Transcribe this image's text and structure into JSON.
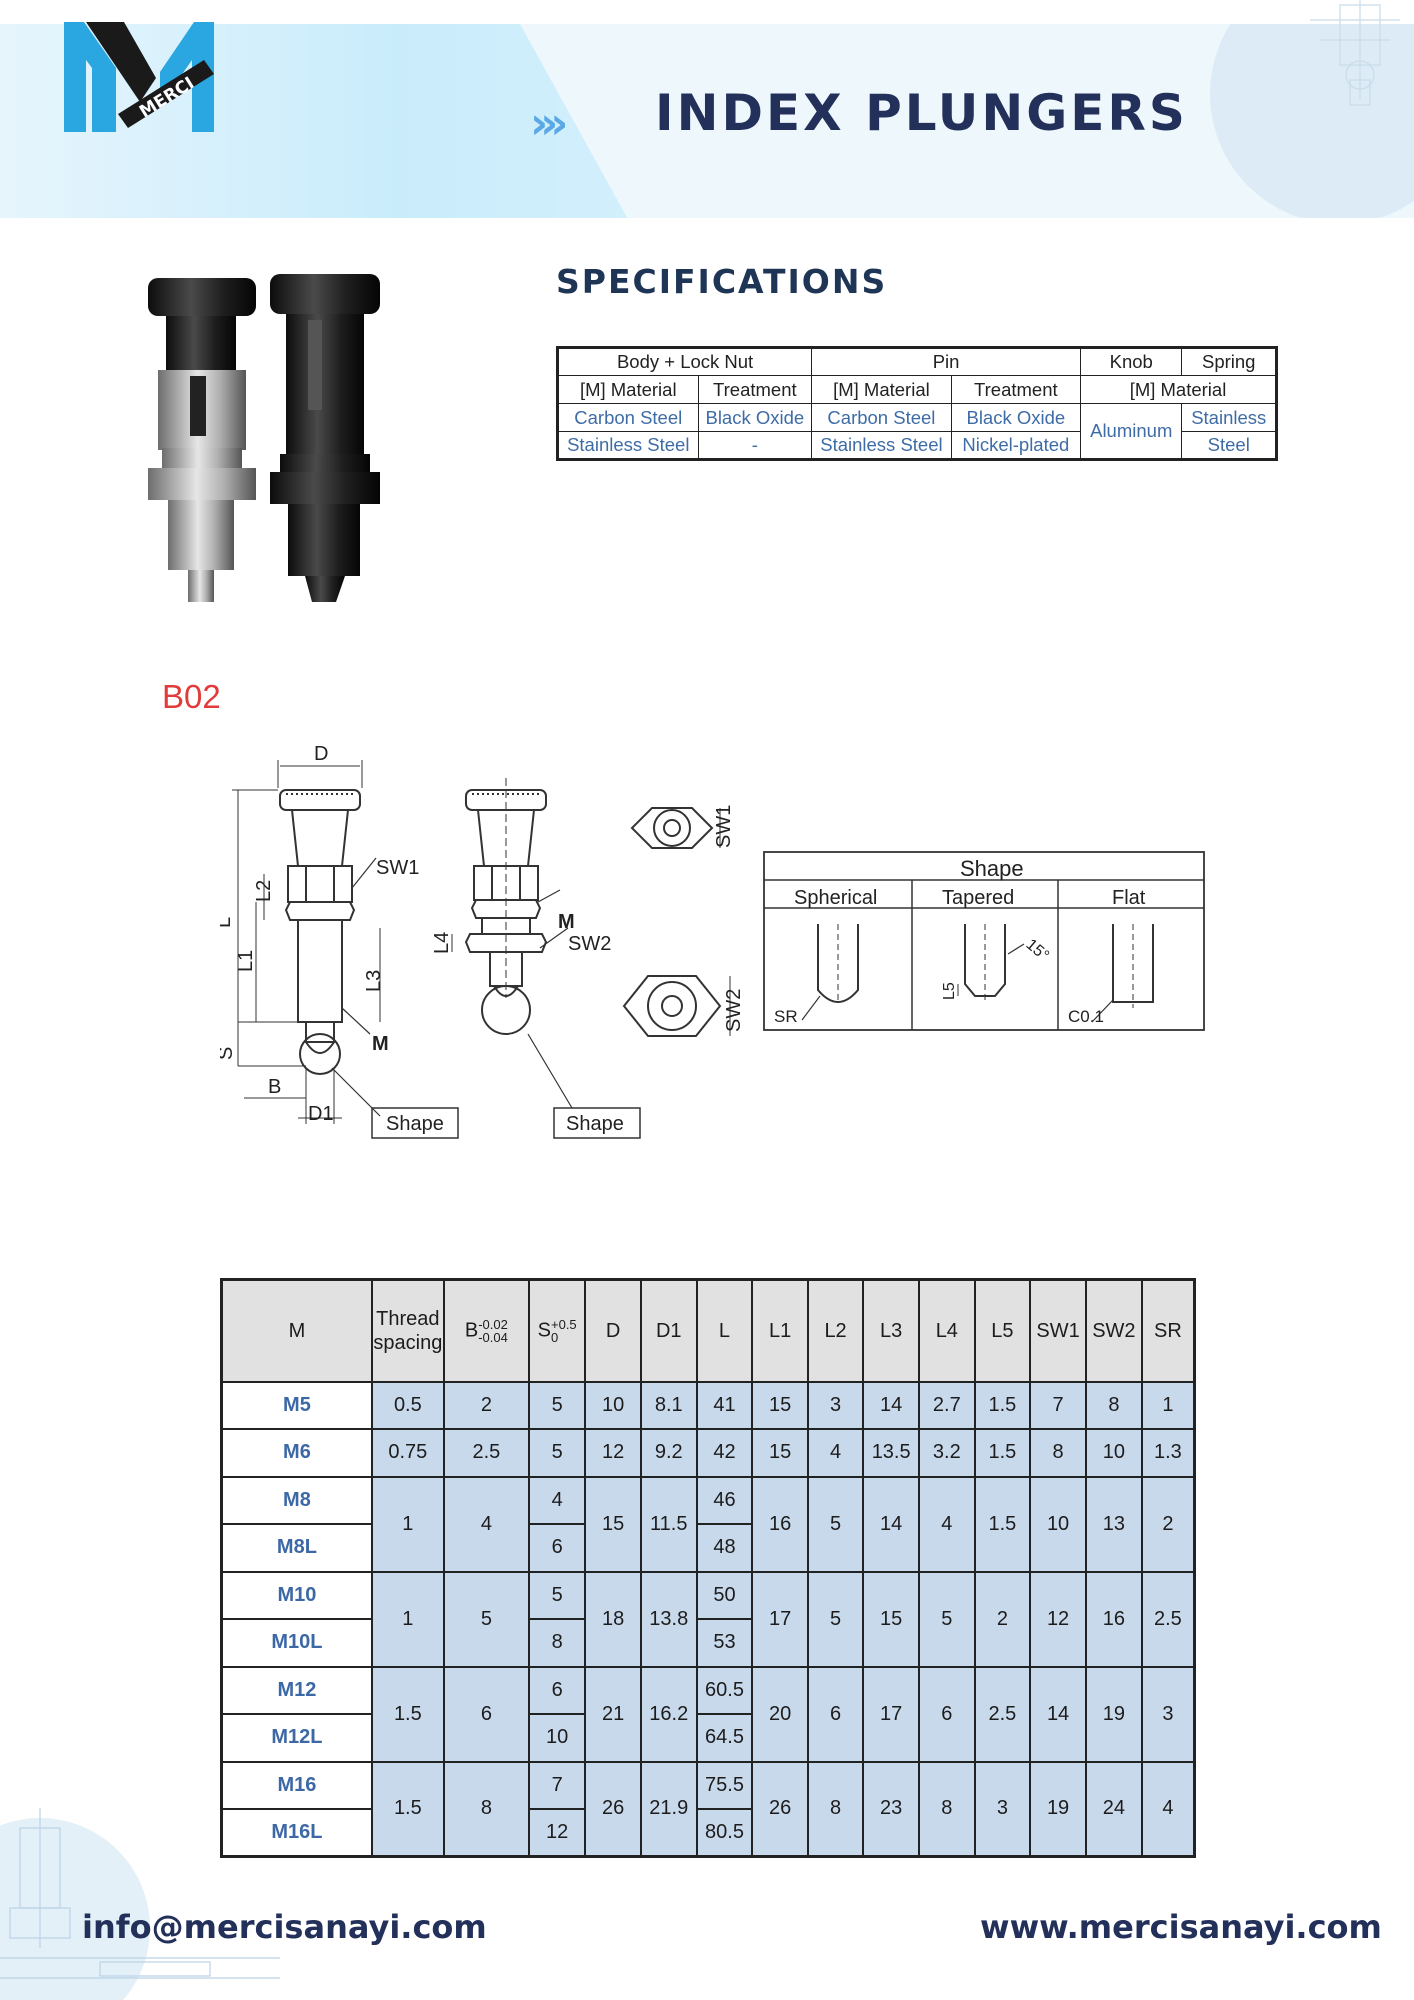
{
  "header": {
    "logo_text": "MERCI",
    "title": "INDEX PLUNGERS"
  },
  "specifications": {
    "title": "SPECIFICATIONS",
    "groups": [
      "Body + Lock Nut",
      "Pin",
      "Knob",
      "Spring"
    ],
    "subheads": [
      "[M] Material",
      "Treatment",
      "[M] Material",
      "Treatment",
      "[M] Material"
    ],
    "rows": [
      [
        "Carbon Steel",
        "Black Oxide",
        "Carbon Steel",
        "Black Oxide"
      ],
      [
        "Stainless Steel",
        "-",
        "Stainless Steel",
        "Nickel-plated"
      ]
    ],
    "knob_material": "Aluminum",
    "spring_material_line1": "Stainless",
    "spring_material_line2": "Steel"
  },
  "model_code": "B02",
  "drawing": {
    "labels": {
      "D": "D",
      "L": "L",
      "L1": "L1",
      "L2": "L2",
      "L3": "L3",
      "L4": "L4",
      "L5": "L5",
      "S": "S",
      "B": "B",
      "D1": "D1",
      "M": "M",
      "SW1": "SW1",
      "SW2": "SW2",
      "shape_callout": "Shape",
      "SR": "SR",
      "C01": "C0.1",
      "angle": "15°"
    },
    "shape_table": {
      "title": "Shape",
      "columns": [
        "Spherical",
        "Tapered",
        "Flat"
      ]
    }
  },
  "dimensions": {
    "headers": {
      "m": "M",
      "thread_line1": "Thread",
      "thread_line2": "spacing",
      "b": "B",
      "b_upper": "-0.02",
      "b_lower": "-0.04",
      "s": "S",
      "s_upper": "+0.5",
      "s_lower": "0",
      "rest": [
        "D",
        "D1",
        "L",
        "L1",
        "L2",
        "L3",
        "L4",
        "L5",
        "SW1",
        "SW2",
        "SR"
      ]
    },
    "rows": [
      {
        "m": [
          "M5"
        ],
        "thread": "0.5",
        "b": "2",
        "s": [
          "5"
        ],
        "d": "10",
        "d1": "8.1",
        "l": [
          "41"
        ],
        "l1": "15",
        "l2": "3",
        "l3": "14",
        "l4": "2.7",
        "l5": "1.5",
        "sw1": "7",
        "sw2": "8",
        "sr": "1"
      },
      {
        "m": [
          "M6"
        ],
        "thread": "0.75",
        "b": "2.5",
        "s": [
          "5"
        ],
        "d": "12",
        "d1": "9.2",
        "l": [
          "42"
        ],
        "l1": "15",
        "l2": "4",
        "l3": "13.5",
        "l4": "3.2",
        "l5": "1.5",
        "sw1": "8",
        "sw2": "10",
        "sr": "1.3"
      },
      {
        "m": [
          "M8",
          "M8L"
        ],
        "thread": "1",
        "b": "4",
        "s": [
          "4",
          "6"
        ],
        "d": "15",
        "d1": "11.5",
        "l": [
          "46",
          "48"
        ],
        "l1": "16",
        "l2": "5",
        "l3": "14",
        "l4": "4",
        "l5": "1.5",
        "sw1": "10",
        "sw2": "13",
        "sr": "2"
      },
      {
        "m": [
          "M10",
          "M10L"
        ],
        "thread": "1",
        "b": "5",
        "s": [
          "5",
          "8"
        ],
        "d": "18",
        "d1": "13.8",
        "l": [
          "50",
          "53"
        ],
        "l1": "17",
        "l2": "5",
        "l3": "15",
        "l4": "5",
        "l5": "2",
        "sw1": "12",
        "sw2": "16",
        "sr": "2.5"
      },
      {
        "m": [
          "M12",
          "M12L"
        ],
        "thread": "1.5",
        "b": "6",
        "s": [
          "6",
          "10"
        ],
        "d": "21",
        "d1": "16.2",
        "l": [
          "60.5",
          "64.5"
        ],
        "l1": "20",
        "l2": "6",
        "l3": "17",
        "l4": "6",
        "l5": "2.5",
        "sw1": "14",
        "sw2": "19",
        "sr": "3"
      },
      {
        "m": [
          "M16",
          "M16L"
        ],
        "thread": "1.5",
        "b": "8",
        "s": [
          "7",
          "12"
        ],
        "d": "26",
        "d1": "21.9",
        "l": [
          "75.5",
          "80.5"
        ],
        "l1": "26",
        "l2": "8",
        "l3": "23",
        "l4": "8",
        "l5": "3",
        "sw1": "19",
        "sw2": "24",
        "sr": "4"
      }
    ]
  },
  "footer": {
    "email": "info@mercisanayi.com",
    "website": "www.mercisanayi.com"
  },
  "colors": {
    "navy": "#22305a",
    "accent_blue": "#3e6ca6",
    "cell_blue": "#c9d9ec",
    "code_red": "#e23b3b",
    "logo_cyan": "#2aa7e0"
  }
}
